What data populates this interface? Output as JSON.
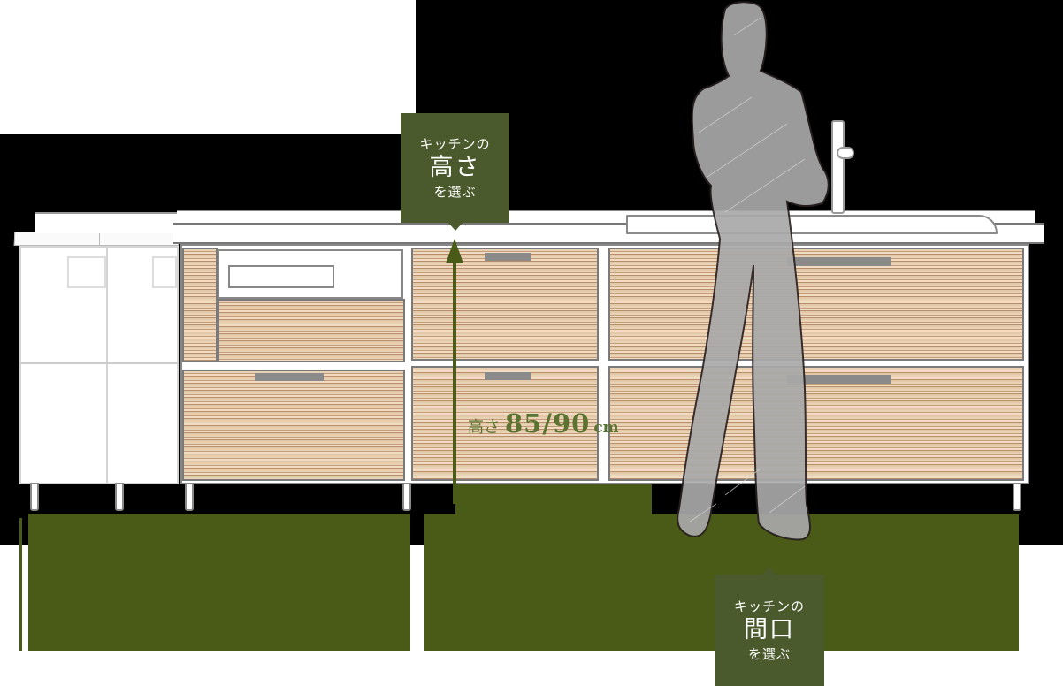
{
  "diagram": {
    "subject": "kitchen elevation with standing person",
    "height_label": {
      "line1": "キッチンの",
      "line2": "高さ",
      "line3": "を選ぶ"
    },
    "width_label": {
      "line1": "キッチンの",
      "line2": "間口",
      "line3": "を選ぶ"
    },
    "height_measure": {
      "prefix": "高さ",
      "value": "85/90",
      "unit": "cm"
    },
    "colors": {
      "accent_green": "#4a5a17",
      "label_box": "#4a5a2c",
      "measure_text": "#5a7330",
      "wood_light": "#e8d2b6",
      "wood_dark": "#c89b78",
      "handle": "#8a8a8a",
      "person_silhouette": "#a9a9a9"
    },
    "icons": {
      "height_arrow": "arrow-up-icon",
      "person": "person-silhouette-icon",
      "faucet": "faucet-icon"
    }
  }
}
